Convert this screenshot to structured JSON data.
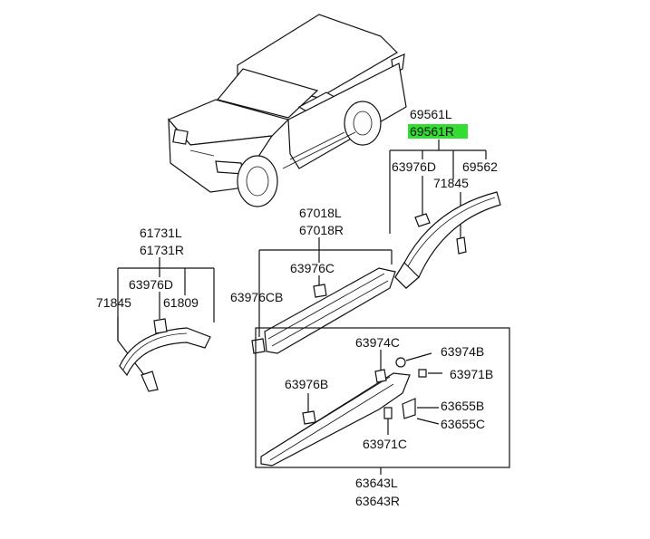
{
  "highlight_color": "#33dd33",
  "labels": {
    "p69561L": "69561L",
    "p69561R": "69561R",
    "p63976D_r": "63976D",
    "p69562": "69562",
    "p71845_r": "71845",
    "p67018L": "67018L",
    "p67018R": "67018R",
    "p63976C": "63976C",
    "p63976CB": "63976CB",
    "p61731L": "61731L",
    "p61731R": "61731R",
    "p63976D_l": "63976D",
    "p71845_l": "71845",
    "p61809": "61809",
    "p63974C": "63974C",
    "p63974B": "63974B",
    "p63971B": "63971B",
    "p63976B": "63976B",
    "p63655B": "63655B",
    "p63655C": "63655C",
    "p63971C": "63971C",
    "p63643L": "63643L",
    "p63643R": "63643R"
  }
}
